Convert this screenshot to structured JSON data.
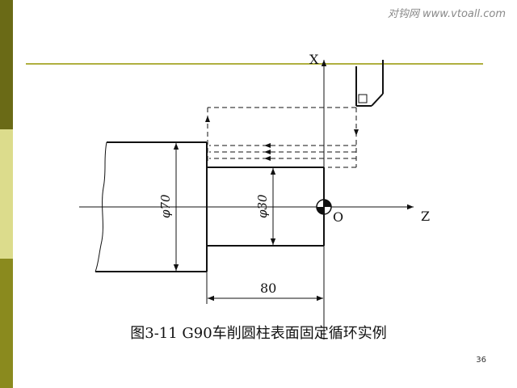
{
  "slide": {
    "watermark": "对钩网 www.vtoall.com",
    "page_number": "36",
    "caption": "图3-11  G90车削圆柱表面固定循环实例"
  },
  "drawing": {
    "axis_x_label": "X",
    "axis_z_label": "Z",
    "origin_label": "O",
    "dim_phi70": "φ70",
    "dim_phi30": "φ30",
    "dim_length": "80"
  },
  "colors": {
    "sidebar_top": "#6a6a16",
    "sidebar_mid": "#dcdc8c",
    "sidebar_bottom": "#8a8a1e",
    "accent_line": "#b0b040",
    "ink": "#111111"
  }
}
